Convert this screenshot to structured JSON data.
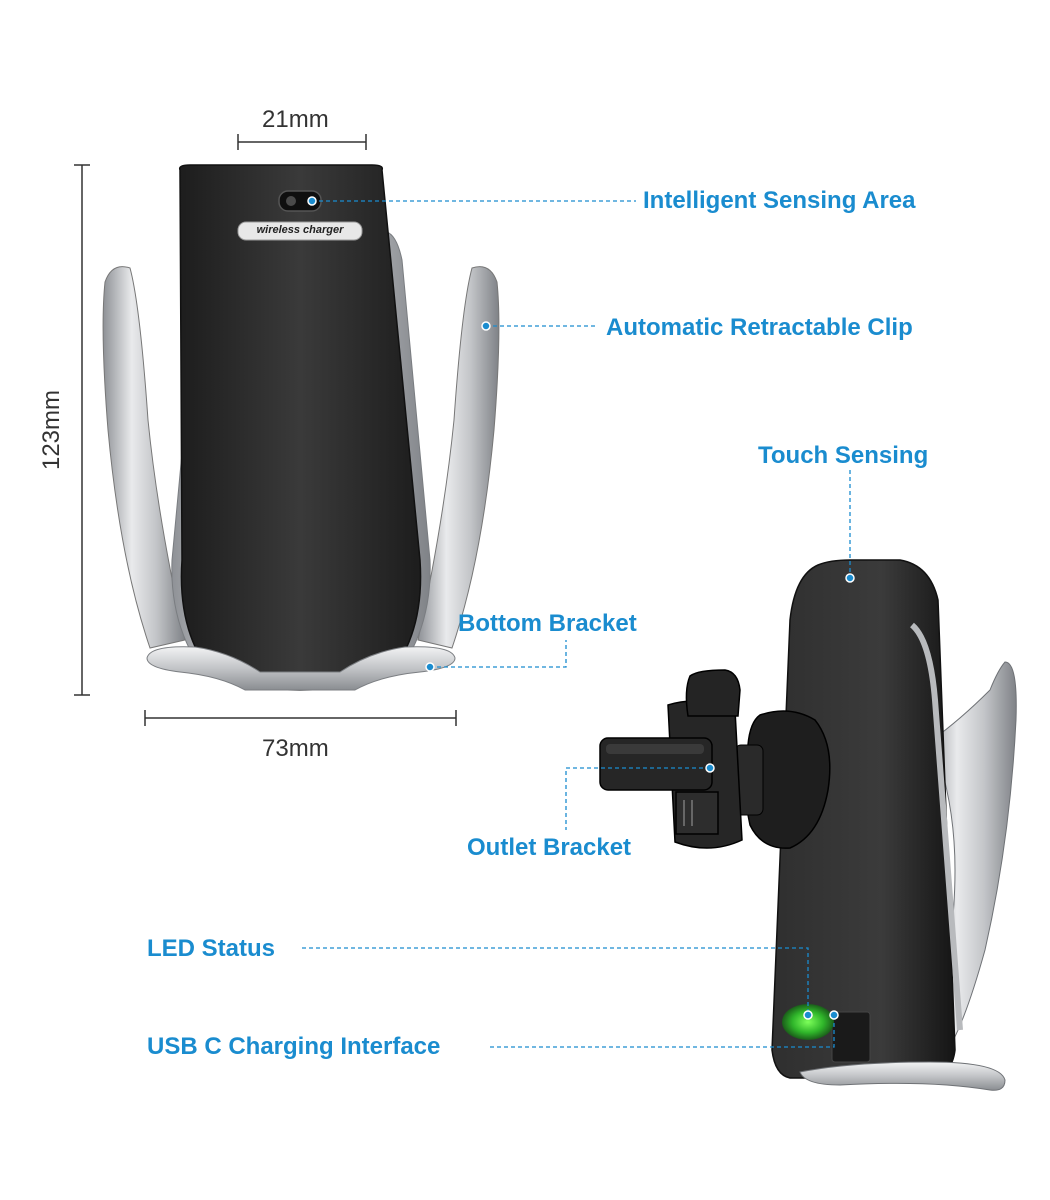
{
  "colors": {
    "accent": "#1a8ccf",
    "dimension": "#333333",
    "body": "#2b2b2b",
    "silver": "#c9cbce",
    "led": "#38c436"
  },
  "dimensions": {
    "top_width": "21mm",
    "height": "123mm",
    "bottom_width": "73mm",
    "badge": "wireless charger"
  },
  "callouts": {
    "sensing_area": "Intelligent Sensing Area",
    "retractable_clip": "Automatic Retractable Clip",
    "touch_sensing": "Touch Sensing",
    "bottom_bracket": "Bottom Bracket",
    "outlet_bracket": "Outlet Bracket",
    "led_status": "LED Status",
    "usb_interface": "USB C Charging Interface"
  }
}
